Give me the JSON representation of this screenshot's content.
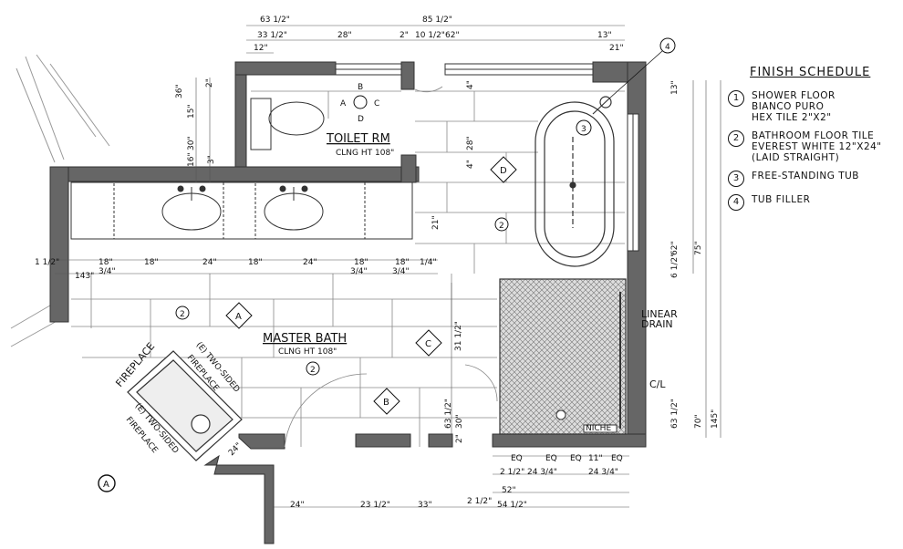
{
  "finish_schedule": {
    "title": "FINISH SCHEDULE",
    "items": [
      {
        "num": "1",
        "lines": [
          "SHOWER FLOOR",
          "BIANCO PURO",
          "HEX TILE 2\"X2\""
        ]
      },
      {
        "num": "2",
        "lines": [
          "BATHROOM FLOOR TILE",
          "EVEREST WHITE 12\"X24\"",
          "(LAID STRAIGHT)"
        ]
      },
      {
        "num": "3",
        "lines": [
          "FREE-STANDING TUB"
        ]
      },
      {
        "num": "4",
        "lines": [
          "TUB FILLER"
        ]
      }
    ]
  },
  "rooms": {
    "toilet_name": "TOILET RM",
    "toilet_ceiling": "CLNG HT 108\"",
    "master_name": "MASTER BATH",
    "master_ceiling": "CLNG HT 108\""
  },
  "notes": {
    "linear_drain_1": "LINEAR",
    "linear_drain_2": "DRAIN",
    "niche": "NICHE",
    "cl": "C/L",
    "fireplace": "FIREPLACE",
    "two_sided_1": "(E) TWO-SIDED",
    "two_sided_2": "FIREPLACE"
  },
  "elevation_markers": {
    "a": "A",
    "b": "B",
    "c": "C",
    "d": "D"
  },
  "tags": {
    "floor_tile": "2",
    "tub": "3",
    "filler": "4",
    "section": "A"
  },
  "dimensions": {
    "top1": "63 1/2\"",
    "top2": "85 1/2\"",
    "top3": "33 1/2\"",
    "top4": "28\"",
    "top5": "2\"",
    "top6": "10 1/2\"",
    "top7": "62\"",
    "top8": "13\"",
    "top9": "12\"",
    "top10": "21\"",
    "left1": "36\"",
    "left2": "2\"",
    "left3": "15\"",
    "left4": "30\"",
    "left5": "16\"",
    "left6": "3\"",
    "vanity1": "1 1/2\"",
    "vanity2": "18\"",
    "vanity3": "18\"",
    "vanity4": "24\"",
    "vanity5": "18\"",
    "vanity6": "24\"",
    "vanity7": "18\"",
    "vanity8": "18\"",
    "vanity9": "1/4\"",
    "sub1": "143\"",
    "sub2": "3/4\"",
    "sub3": "3/4\"",
    "sub4": "3/4\"",
    "mid1": "4\"",
    "mid2": "28\"",
    "mid3": "4\"",
    "mid4": "21\"",
    "right1": "13\"",
    "right2": "75\"",
    "right3": "6 1/2\"",
    "right4": "62\"",
    "right5": "63 1/2\"",
    "right6": "70\"",
    "right7": "145\"",
    "shower1": "31 1/2\"",
    "shower2": "63 1/2\"",
    "shower3": "30\"",
    "shower4": "2\"",
    "eq1": "EQ",
    "eq2": "EQ",
    "eq3": "EQ",
    "eq4": "11\"",
    "eq5": "EQ",
    "bot1": "2 1/2\"",
    "bot2": "24 3/4\"",
    "bot3": "24 3/4\"",
    "bot4": "52\"",
    "bot5": "54 1/2\"",
    "bot6": "24\"",
    "bot7": "23 1/2\"",
    "bot8": "33\"",
    "bot9": "2 1/2\"",
    "bot10": "24\""
  }
}
